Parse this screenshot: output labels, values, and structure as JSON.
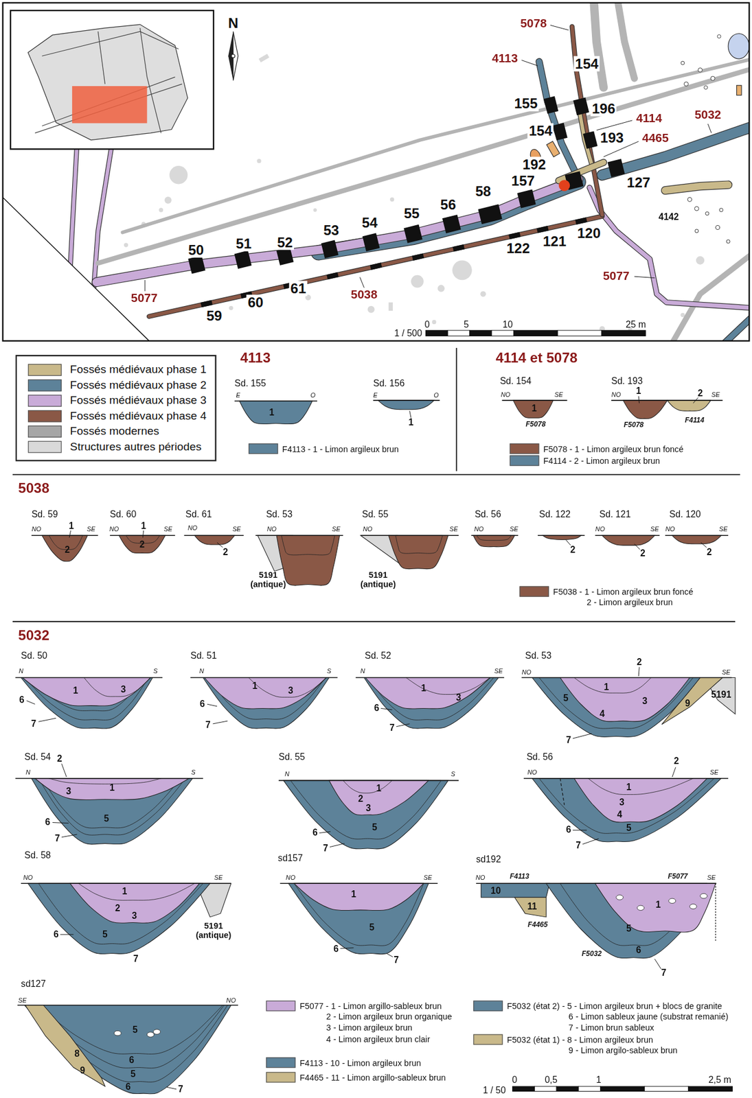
{
  "diagram": {
    "nodes": [
      {
        "text": [
          "4113"
        ]
      },
      {
        "text": [
          "4114 et 5078"
        ]
      },
      {
        "text": [
          "5038"
        ]
      },
      {
        "text": [
          "5032"
        ]
      }
    ],
    "labels": [
      "N",
      "5078",
      "4113",
      "154",
      "155",
      "196",
      "4114",
      "5032",
      "154",
      "193",
      "4465",
      "192",
      "157",
      "127",
      "58",
      "56",
      "4142",
      "55",
      "54",
      "53",
      "120",
      "52",
      "51",
      "122",
      "121",
      "50",
      "5077",
      "61",
      "5038",
      "5077",
      "60",
      "59",
      "0",
      "5",
      "10",
      "25 m",
      "1 / 500",
      "Sd. 155",
      "E",
      "O",
      "1",
      "Sd. 156",
      "E",
      "O",
      "1",
      "Sd. 154",
      "NO",
      "SE",
      "1",
      "F5078",
      "Sd. 193",
      "NO",
      "1",
      "2",
      "SE",
      "F5078",
      "F4114",
      "Sd. 59",
      "NO",
      "1",
      "SE",
      "2",
      "Sd. 60",
      "NO",
      "1",
      "SE",
      "2",
      "Sd. 61",
      "NO",
      "SE",
      "2",
      "Sd. 53",
      "NO",
      "SE",
      "5191 (antique)",
      "Sd. 55",
      "NO",
      "SE",
      "5191 (antique)",
      "Sd. 56",
      "NO",
      "SE",
      "Sd. 122",
      "2",
      "Sd. 121",
      "NO",
      "SE",
      "2",
      "Sd. 120",
      "NO",
      "SE",
      "2",
      "2 - Limon argileux brun",
      "Sd. 50",
      "N",
      "S",
      "1",
      "3",
      "6",
      "7",
      "Sd. 51",
      "N",
      "S",
      "1",
      "3",
      "6",
      "7",
      "Sd. 52",
      "N",
      "SE",
      "1",
      "3",
      "6",
      "7",
      "Sd. 53",
      "NO",
      "SE",
      "2",
      "1",
      "3",
      "5",
      "4",
      "9",
      "5191",
      "7",
      "Sd. 54",
      "2",
      "N",
      "S",
      "1",
      "3",
      "6",
      "5",
      "7",
      "Sd. 55",
      "N",
      "S",
      "1",
      "2",
      "3",
      "6",
      "5",
      "7",
      "Sd. 56",
      "2",
      "NO",
      "SE",
      "1",
      "3",
      "4",
      "6",
      "5",
      "7",
      "Sd. 58",
      "NO",
      "SE",
      "1",
      "2",
      "3",
      "6",
      "5",
      "5191 (antique)",
      "7",
      "sd157",
      "NO",
      "SE",
      "1",
      "5",
      "6",
      "7",
      "sd192",
      "NO",
      "F4113",
      "F5077",
      "SE",
      "10",
      "11",
      "F4465",
      "1",
      "5",
      "6",
      "F5032",
      "7",
      "sd127",
      "SE",
      "NO",
      "5",
      "8",
      "9",
      "6",
      "5",
      "6",
      "7",
      "2 - Limon argileux brun organique",
      "3 - Limon argileux brun",
      "4 - Limon argileux brun clair",
      "6 - Limon sableux jaune (substrat remanié)",
      "7 - Limon brun sableux",
      "9 - Limon argilo-sableux brun",
      "0",
      "0,5",
      "1",
      "2,5 m",
      "1 / 50"
    ],
    "legend": [
      {
        "text": "Fossés médiévaux phase 1",
        "color": "#c9b98a"
      },
      {
        "text": "Fossés médiévaux phase 2",
        "color": "#5d8299"
      },
      {
        "text": "Fossés médiévaux phase 3",
        "color": "#c9abd8"
      },
      {
        "text": "Fossés médiévaux phase 4",
        "color": "#8a5846"
      },
      {
        "text": "Fossés modernes",
        "color": "#a6a6a6"
      },
      {
        "text": "Structures autres périodes",
        "color": "#d9d9d9"
      },
      {
        "text": "F4113 - 1 - Limon argileux brun",
        "color": "#5d8299"
      },
      {
        "text": "F5078 - 1 - Limon argileux brun foncé",
        "color": "#8a5846"
      },
      {
        "text": "F4114 - 2 - Limon argileux brun",
        "color": "#5d8299"
      },
      {
        "text": "F5038 - 1 - Limon argileux brun foncé",
        "color": "#8a5846"
      },
      {
        "text": "F5077 - 1 - Limon argillo-sableux brun",
        "color": "#c9abd8"
      },
      {
        "text": "F4113 - 10 - Limon argileux brun",
        "color": "#5d8299"
      },
      {
        "text": "F4465 - 11 - Limon argillo-sableux brun",
        "color": "#c9b98a"
      },
      {
        "text": "F5032 (état 2) - 5 - Limon argileux brun + blocs de granite",
        "color": "#5d8299"
      },
      {
        "text": "F5032 (état 1) - 8 - Limon argileux brun",
        "color": "#c9b98a"
      }
    ]
  }
}
